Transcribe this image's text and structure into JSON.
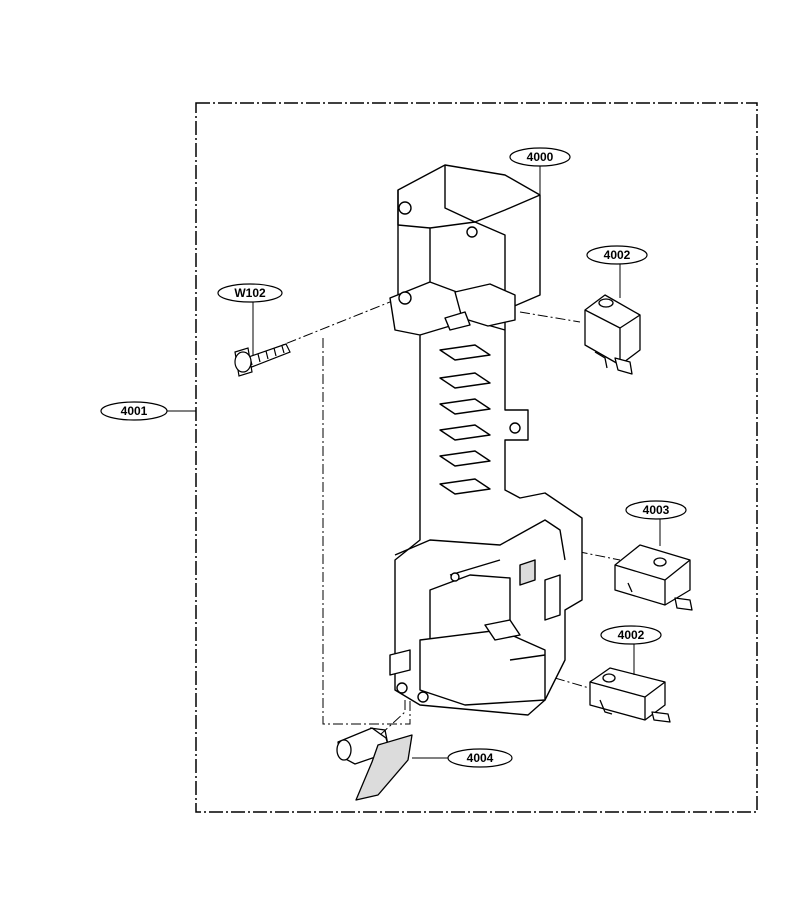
{
  "labels": {
    "assembly": "4001",
    "frame": "4000",
    "screw": "W102",
    "switch_top": "4002",
    "switch_mid": "4003",
    "switch_low": "4002",
    "lever": "4004"
  },
  "colors": {
    "line": "#000000",
    "fill": "#ffffff",
    "shade": "#dcdcdc"
  }
}
